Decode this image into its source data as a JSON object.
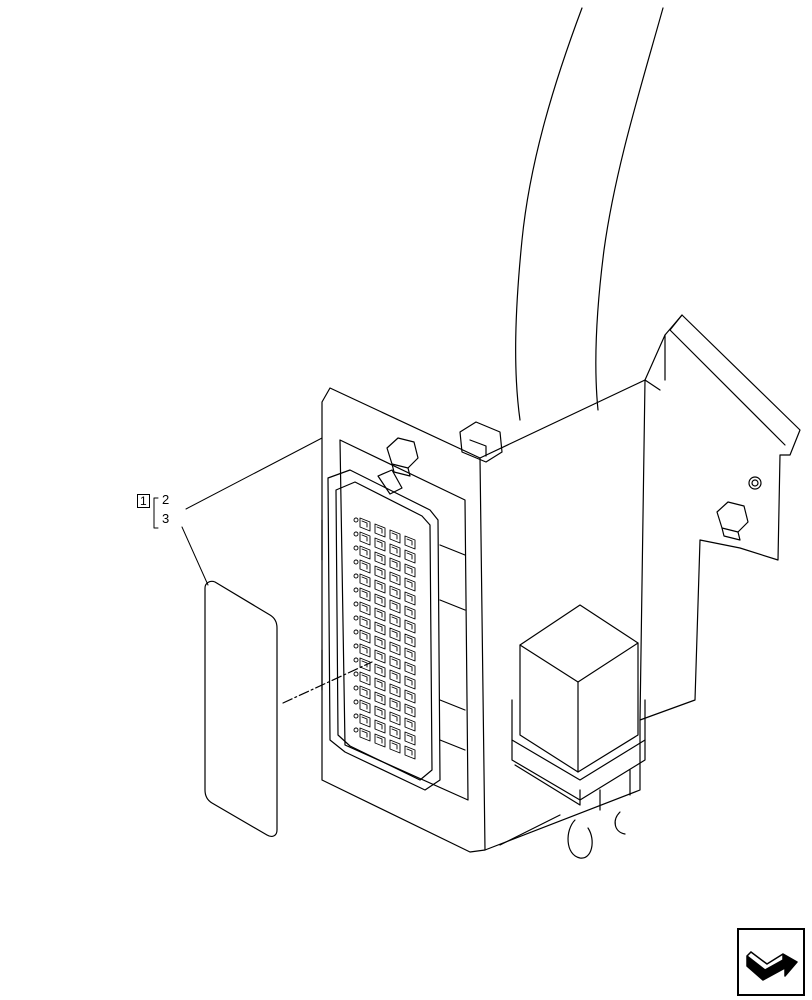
{
  "callouts": {
    "group": "1",
    "item_a": "2",
    "item_b": "3"
  },
  "nav": {
    "icon": "next-page-arrow-icon"
  }
}
